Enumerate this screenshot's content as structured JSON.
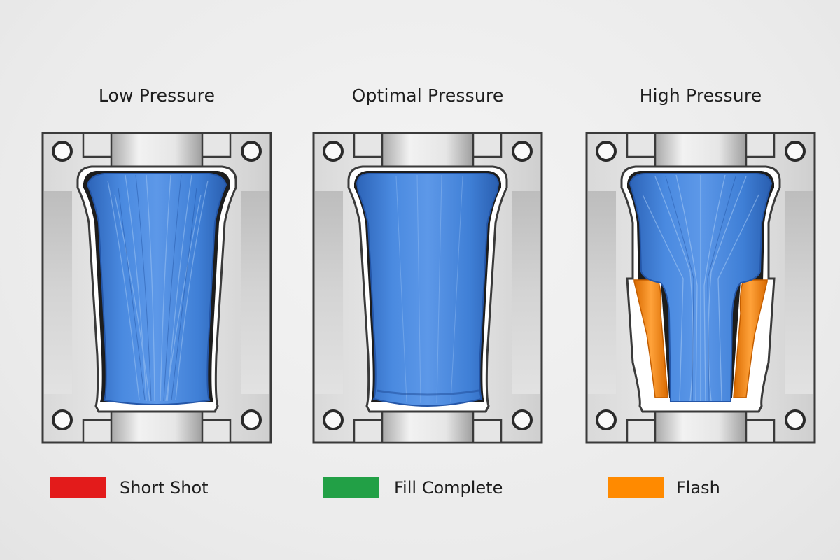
{
  "panels": [
    {
      "title": "Low Pressure",
      "fill_state": "short-shot",
      "legend_label": "Short Shot",
      "legend_color": "#e31b1b"
    },
    {
      "title": "Optimal Pressure",
      "fill_state": "fill-complete",
      "legend_label": "Fill Complete",
      "legend_color": "#22a046"
    },
    {
      "title": "High Pressure",
      "fill_state": "flash",
      "legend_label": "Flash",
      "legend_color": "#ff8a00"
    }
  ],
  "colors": {
    "melt_blue": "#3f7fd6",
    "melt_highlight": "#6fa7ee",
    "steel": "#c9c9c9",
    "flash_orange": "#ff8a00"
  }
}
